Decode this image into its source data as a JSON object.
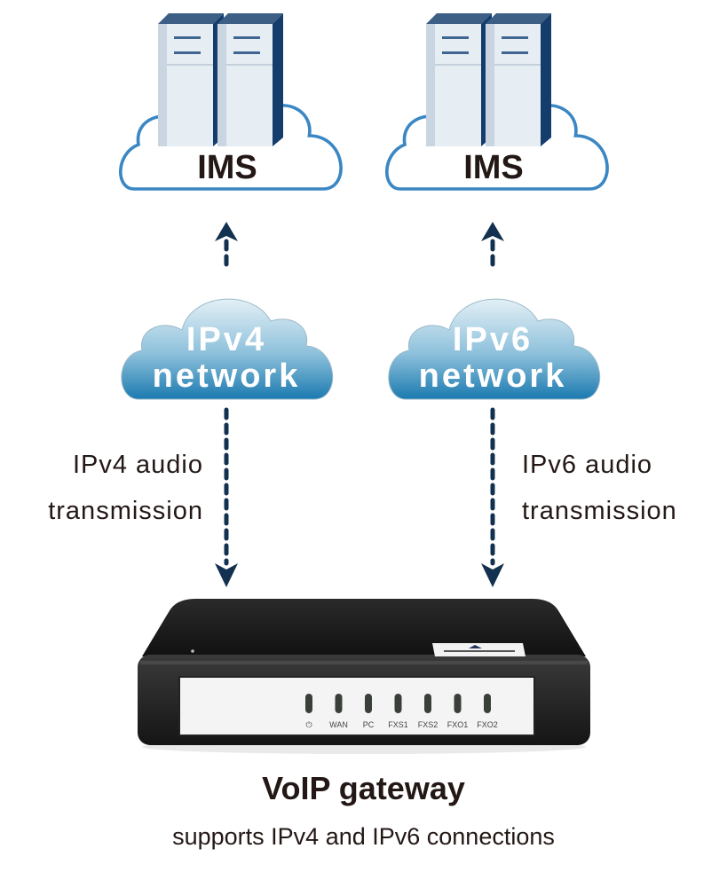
{
  "left_branch": {
    "server_cloud_label": "IMS",
    "network_cloud_line1": "IPv4",
    "network_cloud_line2": "network",
    "transmission_line1": "IPv4 audio",
    "transmission_line2": "transmission"
  },
  "right_branch": {
    "server_cloud_label": "IMS",
    "network_cloud_line1": "IPv6",
    "network_cloud_line2": "network",
    "transmission_line1": "IPv6 audio",
    "transmission_line2": "transmission"
  },
  "device": {
    "title": "VoIP gateway",
    "subtitle": "supports IPv4 and IPv6 connections",
    "ports": [
      "⏻",
      "WAN",
      "PC",
      "FXS1",
      "FXS2",
      "FXO1",
      "FXO2"
    ]
  },
  "colors": {
    "cloud_outline": "#3a87c4",
    "arrow": "#12304f",
    "network_cloud_top": "#d6eaf3",
    "network_cloud_bottom": "#1f7fb3",
    "server_front": "#dde6ee",
    "server_side": "#17406e",
    "text": "#231815"
  }
}
